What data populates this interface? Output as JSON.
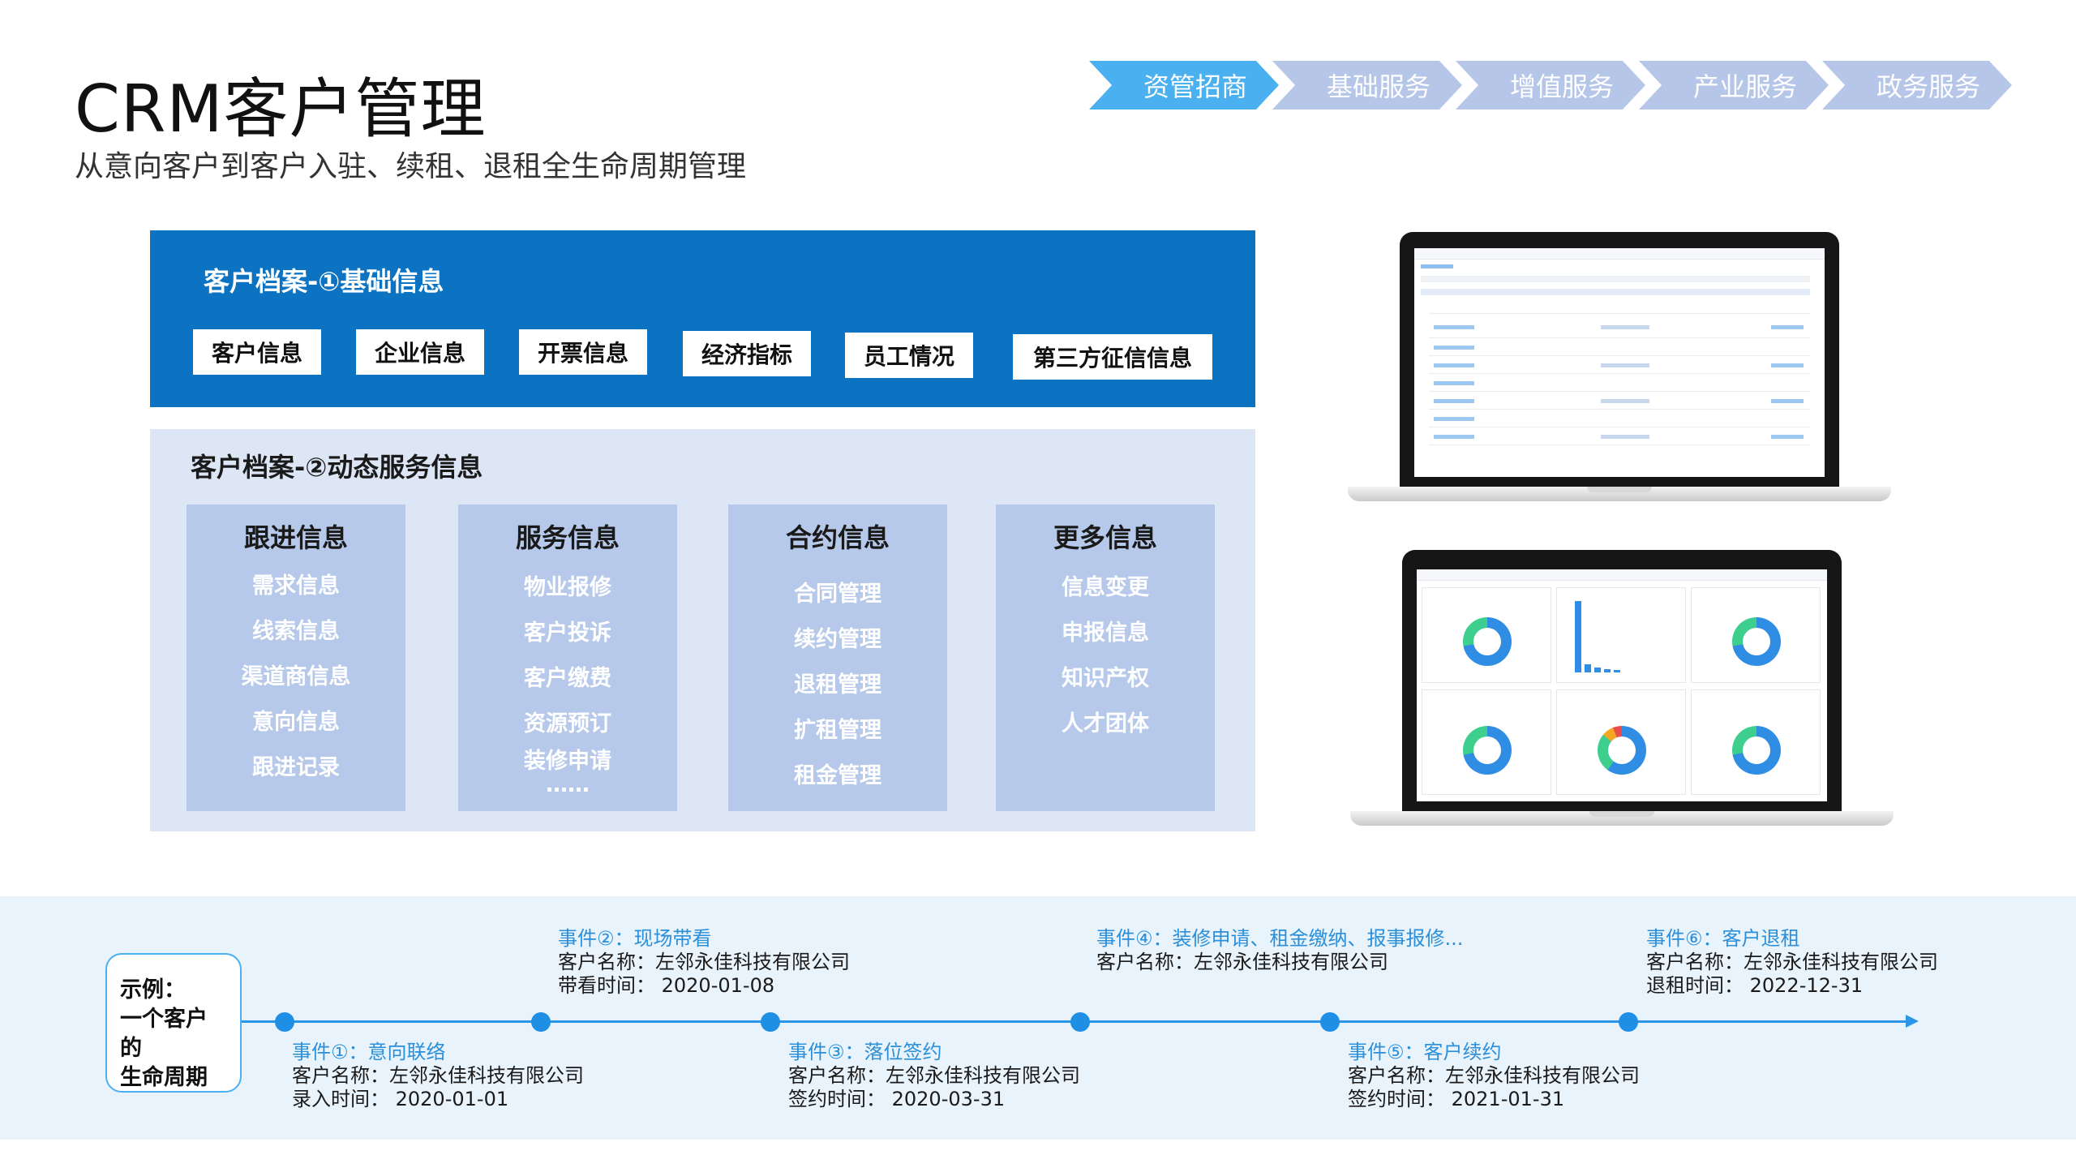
{
  "header": {
    "title": "CRM客户管理",
    "subtitle": "从意向客户到客户入驻、续租、退租全生命周期管理"
  },
  "nav": {
    "items": [
      {
        "label": "资管招商",
        "active": true
      },
      {
        "label": "基础服务",
        "active": false
      },
      {
        "label": "增值服务",
        "active": false
      },
      {
        "label": "产业服务",
        "active": false
      },
      {
        "label": "政务服务",
        "active": false
      }
    ]
  },
  "basic": {
    "title": "客户档案-①基础信息",
    "tags": [
      "客户信息",
      "企业信息",
      "开票信息",
      "经济指标",
      "员工情况",
      "第三方征信信息"
    ]
  },
  "dynamic": {
    "title": "客户档案-②动态服务信息",
    "columns": [
      {
        "title": "跟进信息",
        "items": [
          "需求信息",
          "线索信息",
          "渠道商信息",
          "意向信息",
          "跟进记录"
        ]
      },
      {
        "title": "服务信息",
        "items": [
          "物业报修",
          "客户投诉",
          "客户缴费",
          "资源预订",
          "装修申请",
          "……"
        ]
      },
      {
        "title": "合约信息",
        "items": [
          "合同管理",
          "续约管理",
          "退租管理",
          "扩租管理",
          "租金管理"
        ]
      },
      {
        "title": "更多信息",
        "items": [
          "信息变更",
          "申报信息",
          "知识产权",
          "人才团体"
        ]
      }
    ]
  },
  "timeline": {
    "label": "示例：一个客户的生命周期",
    "label_lines": [
      "示例：",
      "一个客户的",
      "生命周期"
    ],
    "events": [
      {
        "title": "事件①：意向联络",
        "line1": "客户名称：左邻永佳科技有限公司",
        "line2": "录入时间：   2020-01-01"
      },
      {
        "title": "事件②：现场带看",
        "line1": "客户名称：左邻永佳科技有限公司",
        "line2": "带看时间：  2020-01-08"
      },
      {
        "title": "事件③：落位签约",
        "line1": "客户名称：左邻永佳科技有限公司",
        "line2": "签约时间：   2020-03-31"
      },
      {
        "title": "事件④：装修申请、租金缴纳、报事报修...",
        "line1": "客户名称：左邻永佳科技有限公司",
        "line2": ""
      },
      {
        "title": "事件⑤：客户续约",
        "line1": "客户名称：左邻永佳科技有限公司",
        "line2": "签约时间：   2021-01-31"
      },
      {
        "title": "事件⑥：客户退租",
        "line1": "客户名称：左邻永佳科技有限公司",
        "line2": "退租时间：   2022-12-31"
      }
    ]
  },
  "colors": {
    "nav_active": "#4ab0ef",
    "nav_idle": "#b6c6e8",
    "panel_blue": "#0b73c1",
    "panel_light": "#dde6f5",
    "column_bg": "#b7c9ea",
    "timeline_blue": "#2b96e8"
  },
  "icons": {
    "laptop_1": "laptop-table-screenshot",
    "laptop_2": "laptop-dashboard-screenshot"
  }
}
